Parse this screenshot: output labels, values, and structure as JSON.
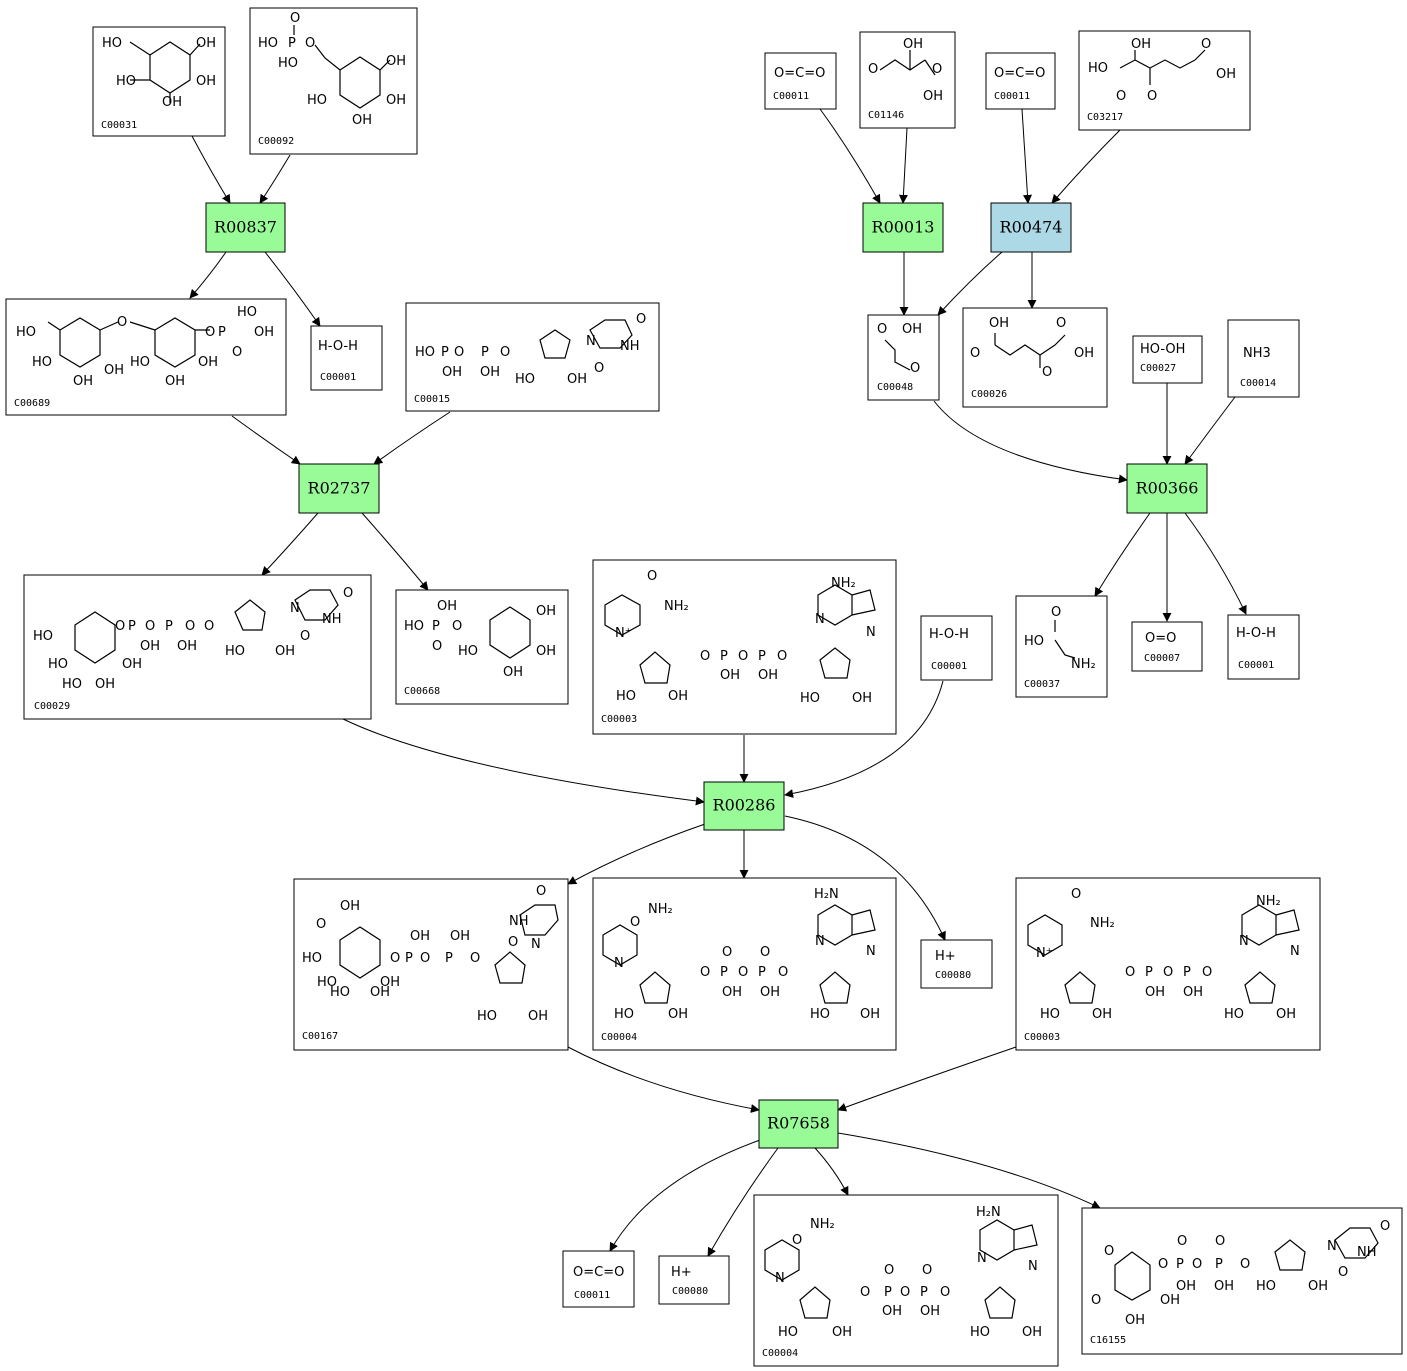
{
  "colors": {
    "reaction_green": "#98fb98",
    "reaction_blue": "#add8e6",
    "line": "#000000",
    "background": "#ffffff"
  },
  "reactions": [
    {
      "id": "R00837",
      "color": "reaction_green"
    },
    {
      "id": "R02737",
      "color": "reaction_green"
    },
    {
      "id": "R00013",
      "color": "reaction_green"
    },
    {
      "id": "R00474",
      "color": "reaction_blue"
    },
    {
      "id": "R00366",
      "color": "reaction_green"
    },
    {
      "id": "R00286",
      "color": "reaction_green"
    },
    {
      "id": "R07658",
      "color": "reaction_green"
    }
  ],
  "compounds": [
    {
      "id": "C00031",
      "formula": ""
    },
    {
      "id": "C00092",
      "formula": ""
    },
    {
      "id": "C00689",
      "formula": ""
    },
    {
      "id": "C00001",
      "formula": "H-O-H"
    },
    {
      "id": "C00015",
      "formula": ""
    },
    {
      "id": "C00029",
      "formula": ""
    },
    {
      "id": "C00668",
      "formula": ""
    },
    {
      "id": "C00003",
      "formula": ""
    },
    {
      "id": "C00001",
      "formula": "H-O-H"
    },
    {
      "id": "C00011",
      "formula": "O=C=O"
    },
    {
      "id": "C01146",
      "formula": ""
    },
    {
      "id": "C00011",
      "formula": "O=C=O"
    },
    {
      "id": "C03217",
      "formula": ""
    },
    {
      "id": "C00048",
      "formula": ""
    },
    {
      "id": "C00026",
      "formula": ""
    },
    {
      "id": "C00027",
      "formula": "HO-OH"
    },
    {
      "id": "C00014",
      "formula": "NH3"
    },
    {
      "id": "C00037",
      "formula": ""
    },
    {
      "id": "C00007",
      "formula": "O=O"
    },
    {
      "id": "C00001",
      "formula": "H-O-H"
    },
    {
      "id": "C00167",
      "formula": ""
    },
    {
      "id": "C00004",
      "formula": ""
    },
    {
      "id": "C00080",
      "formula": "H+"
    },
    {
      "id": "C00003",
      "formula": ""
    },
    {
      "id": "C00011",
      "formula": "O=C=O"
    },
    {
      "id": "C00080",
      "formula": "H+"
    },
    {
      "id": "C00004",
      "formula": ""
    },
    {
      "id": "C16155",
      "formula": ""
    }
  ],
  "edges": [
    {
      "from": "C00031",
      "to": "R00837"
    },
    {
      "from": "C00092",
      "to": "R00837"
    },
    {
      "from": "R00837",
      "to": "C00689"
    },
    {
      "from": "R00837",
      "to": "C00001"
    },
    {
      "from": "C00689",
      "to": "R02737"
    },
    {
      "from": "C00015",
      "to": "R02737"
    },
    {
      "from": "R02737",
      "to": "C00029"
    },
    {
      "from": "R02737",
      "to": "C00668"
    },
    {
      "from": "C00011",
      "to": "R00013"
    },
    {
      "from": "C01146",
      "to": "R00013"
    },
    {
      "from": "C00011",
      "to": "R00474"
    },
    {
      "from": "C03217",
      "to": "R00474"
    },
    {
      "from": "R00013",
      "to": "C00048"
    },
    {
      "from": "R00474",
      "to": "C00048"
    },
    {
      "from": "R00474",
      "to": "C00026"
    },
    {
      "from": "C00048",
      "to": "R00366"
    },
    {
      "from": "C00027",
      "to": "R00366"
    },
    {
      "from": "C00014",
      "to": "R00366"
    },
    {
      "from": "R00366",
      "to": "C00037"
    },
    {
      "from": "R00366",
      "to": "C00007"
    },
    {
      "from": "R00366",
      "to": "C00001"
    },
    {
      "from": "C00029",
      "to": "R00286"
    },
    {
      "from": "C00003",
      "to": "R00286"
    },
    {
      "from": "C00001",
      "to": "R00286"
    },
    {
      "from": "R00286",
      "to": "C00167"
    },
    {
      "from": "R00286",
      "to": "C00004"
    },
    {
      "from": "R00286",
      "to": "C00080"
    },
    {
      "from": "C00167",
      "to": "R07658"
    },
    {
      "from": "C00003",
      "to": "R07658"
    },
    {
      "from": "R07658",
      "to": "C00011"
    },
    {
      "from": "R07658",
      "to": "C00080"
    },
    {
      "from": "R07658",
      "to": "C00004"
    },
    {
      "from": "R07658",
      "to": "C16155"
    }
  ]
}
